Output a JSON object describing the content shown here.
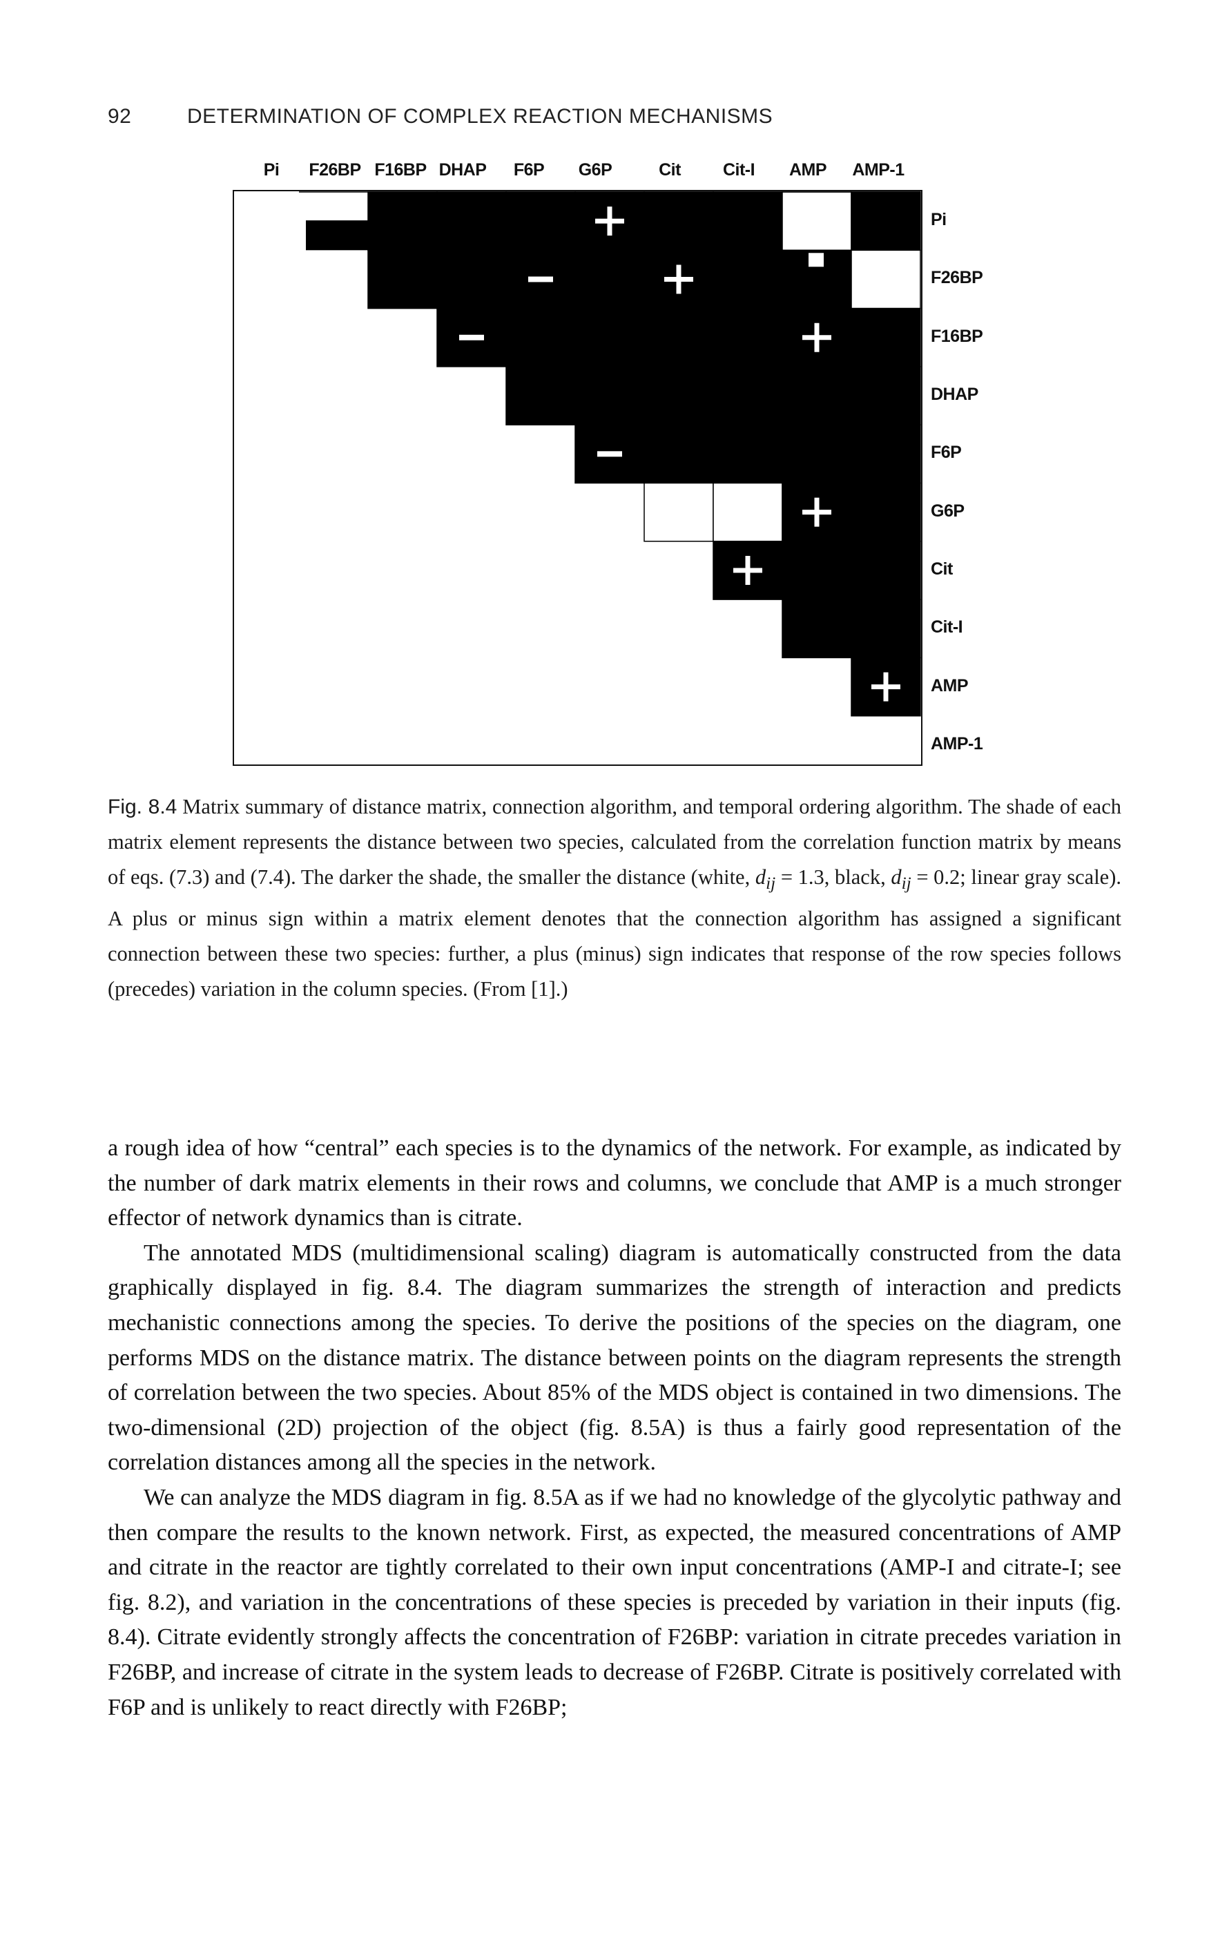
{
  "header": {
    "page_number": "92",
    "running_title": "DETERMINATION OF COMPLEX REACTION MECHANISMS"
  },
  "figure": {
    "columns": [
      "Pi",
      "F26BP",
      "F16BP",
      "DHAP",
      "F6P",
      "G6P",
      "Cit",
      "Cit-I",
      "AMP",
      "AMP-1"
    ],
    "rows": [
      "Pi",
      "F26BP",
      "F16BP",
      "DHAP",
      "F6P",
      "G6P",
      "Cit",
      "Cit-I",
      "AMP",
      "AMP-1"
    ],
    "cells": [
      {
        "r": 0,
        "c": 1,
        "v": "black",
        "part": "bottom-half"
      },
      {
        "r": 0,
        "c": 2,
        "v": "black"
      },
      {
        "r": 0,
        "c": 3,
        "v": "black"
      },
      {
        "r": 0,
        "c": 4,
        "v": "black"
      },
      {
        "r": 0,
        "c": 5,
        "v": "black",
        "sign": "+"
      },
      {
        "r": 0,
        "c": 6,
        "v": "black"
      },
      {
        "r": 0,
        "c": 7,
        "v": "black"
      },
      {
        "r": 0,
        "c": 8,
        "v": "white"
      },
      {
        "r": 0,
        "c": 9,
        "v": "black"
      },
      {
        "r": 1,
        "c": 2,
        "v": "black"
      },
      {
        "r": 1,
        "c": 3,
        "v": "black"
      },
      {
        "r": 1,
        "c": 4,
        "v": "black",
        "sign": "−"
      },
      {
        "r": 1,
        "c": 5,
        "v": "black"
      },
      {
        "r": 1,
        "c": 6,
        "v": "black",
        "sign": "+"
      },
      {
        "r": 1,
        "c": 7,
        "v": "black"
      },
      {
        "r": 1,
        "c": 8,
        "v": "black",
        "notch": true
      },
      {
        "r": 1,
        "c": 9,
        "v": "white"
      },
      {
        "r": 2,
        "c": 3,
        "v": "black",
        "sign": "−"
      },
      {
        "r": 2,
        "c": 4,
        "v": "black"
      },
      {
        "r": 2,
        "c": 5,
        "v": "black"
      },
      {
        "r": 2,
        "c": 6,
        "v": "black"
      },
      {
        "r": 2,
        "c": 7,
        "v": "black"
      },
      {
        "r": 2,
        "c": 8,
        "v": "black",
        "sign": "+"
      },
      {
        "r": 2,
        "c": 9,
        "v": "black"
      },
      {
        "r": 3,
        "c": 4,
        "v": "black"
      },
      {
        "r": 3,
        "c": 5,
        "v": "black"
      },
      {
        "r": 3,
        "c": 6,
        "v": "black"
      },
      {
        "r": 3,
        "c": 7,
        "v": "black"
      },
      {
        "r": 3,
        "c": 8,
        "v": "black"
      },
      {
        "r": 3,
        "c": 9,
        "v": "black"
      },
      {
        "r": 4,
        "c": 5,
        "v": "black",
        "sign": "−"
      },
      {
        "r": 4,
        "c": 6,
        "v": "black"
      },
      {
        "r": 4,
        "c": 7,
        "v": "black"
      },
      {
        "r": 4,
        "c": 8,
        "v": "black"
      },
      {
        "r": 4,
        "c": 9,
        "v": "black"
      },
      {
        "r": 5,
        "c": 6,
        "v": "white"
      },
      {
        "r": 5,
        "c": 7,
        "v": "white"
      },
      {
        "r": 5,
        "c": 8,
        "v": "black",
        "sign": "+"
      },
      {
        "r": 5,
        "c": 9,
        "v": "black"
      },
      {
        "r": 6,
        "c": 7,
        "v": "black",
        "sign": "+"
      },
      {
        "r": 6,
        "c": 8,
        "v": "black"
      },
      {
        "r": 6,
        "c": 9,
        "v": "black"
      },
      {
        "r": 7,
        "c": 8,
        "v": "black"
      },
      {
        "r": 7,
        "c": 9,
        "v": "black"
      },
      {
        "r": 8,
        "c": 9,
        "v": "black",
        "sign": "+"
      }
    ]
  },
  "caption": {
    "label": "Fig. 8.4",
    "text_before_d1": " Matrix summary of distance matrix, connection algorithm, and temporal ordering algorithm. The shade of each matrix element represents the distance between two species, calculated from the correlation function matrix by means of eqs. (7.3) and (7.4). The darker the shade, the smaller the distance (white, ",
    "d": "d",
    "ij": "ij",
    "eq_white": " = 1.3, black, ",
    "eq_black": " = 0.2; linear gray scale). A plus or minus sign within a matrix element denotes that the connection algorithm has assigned a significant connection between these two species: further, a plus (minus) sign indicates that response of the row species follows (precedes) variation in the column species. (From [1].)"
  },
  "body": {
    "paragraphs": [
      "a rough idea of how “central” each species is to the dynamics of the network. For example, as indicated by the number of dark matrix elements in their rows and columns, we conclude that AMP is a much stronger effector of network dynamics than is citrate.",
      "The annotated MDS (multidimensional scaling) diagram is automatically constructed from the data graphically displayed in fig. 8.4. The diagram summarizes the strength of interaction and predicts mechanistic connections among the species. To derive the positions of the species on the diagram, one performs MDS on the distance matrix. The distance between points on the diagram represents the strength of correlation between the two species. About 85% of the MDS object is contained in two dimensions. The two-dimensional (2D) projection of the object (fig. 8.5A) is thus a fairly good representation of the correlation distances among all the species in the network.",
      "We can analyze the MDS diagram in fig. 8.5A as if we had no knowledge of the glycolytic pathway and then compare the results to the known network. First, as expected, the measured concentrations of AMP and citrate in the reactor are tightly correlated to their own input concentrations (AMP-I and citrate-I; see fig. 8.2), and variation in the concentrations of these species is preceded by variation in their inputs (fig. 8.4). Citrate evidently strongly affects the concentration of F26BP: variation in citrate precedes variation in F26BP, and increase of citrate in the system leads to decrease of F26BP. Citrate is positively correlated with F6P and is unlikely to react directly with F26BP;"
    ]
  }
}
